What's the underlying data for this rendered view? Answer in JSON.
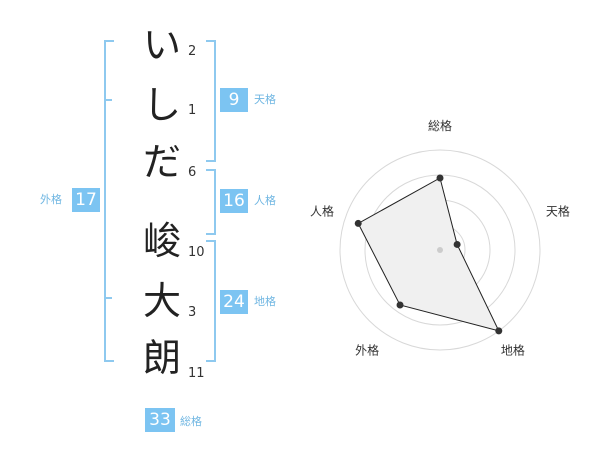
{
  "name": {
    "chars": [
      {
        "char": "い",
        "strokes": "2"
      },
      {
        "char": "し",
        "strokes": "1"
      },
      {
        "char": "だ",
        "strokes": "6"
      },
      {
        "char": "峻",
        "strokes": "10"
      },
      {
        "char": "大",
        "strokes": "3"
      },
      {
        "char": "朗",
        "strokes": "11"
      }
    ]
  },
  "kaku": {
    "tenkaku": {
      "value": "9",
      "label": "天格"
    },
    "jinkaku": {
      "value": "16",
      "label": "人格"
    },
    "chikaku": {
      "value": "24",
      "label": "地格"
    },
    "gaikaku": {
      "value": "17",
      "label": "外格"
    },
    "soukaku": {
      "value": "33",
      "label": "総格"
    }
  },
  "colors": {
    "bracket": "#8ec9ef",
    "badge": "#7cc4f2",
    "badge_label": "#6fb6e2"
  },
  "chart_data": {
    "type": "radar",
    "axes": [
      "総格",
      "天格",
      "地格",
      "外格",
      "人格"
    ],
    "values": [
      0.72,
      0.18,
      1.0,
      0.68,
      0.86
    ],
    "range": [
      0,
      1
    ],
    "rings": 4
  }
}
